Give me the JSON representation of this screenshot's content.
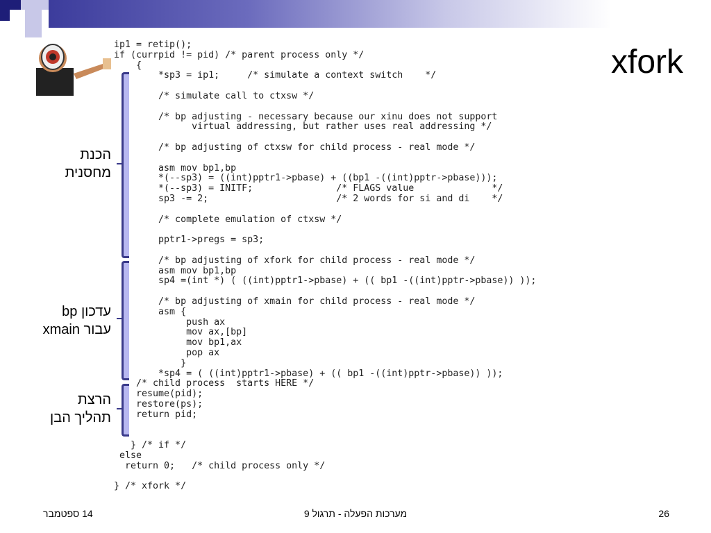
{
  "slide": {
    "title": "xfork",
    "page_number": "26",
    "footer_date": "14 ספטמבר",
    "footer_course": "מערכות הפעלה - תרגול 9"
  },
  "code_lines": [
    "ip1 = retip();",
    "if (currpid != pid) /* parent process only */",
    "    {",
    "        *sp3 = ip1;     /* simulate a context switch    */",
    "",
    "        /* simulate call to ctxsw */",
    "",
    "        /* bp adjusting - necessary because our xinu does not support",
    "              virtual addressing, but rather uses real addressing */",
    "",
    "        /* bp adjusting of ctxsw for child process - real mode */",
    "",
    "        asm mov bp1,bp",
    "        *(--sp3) = ((int)pptr1->pbase) + ((bp1 -((int)pptr->pbase)));",
    "        *(--sp3) = INITF;               /* FLAGS value              */",
    "        sp3 -= 2;                       /* 2 words for si and di    */",
    "",
    "        /* complete emulation of ctxsw */",
    "",
    "        pptr1->pregs = sp3;",
    "",
    "        /* bp adjusting of xfork for child process - real mode */",
    "        asm mov bp1,bp",
    "        sp4 =(int *) ( ((int)pptr1->pbase) + (( bp1 -((int)pptr->pbase)) ));",
    "",
    "        /* bp adjusting of xmain for child process - real mode */",
    "        asm {",
    "             push ax",
    "             mov ax,[bp]",
    "             mov bp1,ax",
    "             pop ax",
    "            }",
    "        *sp4 = ( ((int)pptr1->pbase) + (( bp1 -((int)pptr->pbase)) ));",
    "    /* child process  starts HERE */",
    "    resume(pid);",
    "    restore(ps);",
    "    return pid;",
    "",
    "",
    "   } /* if */",
    " else",
    "  return 0;   /* child process only */",
    "",
    "} /* xfork */"
  ],
  "annotations": [
    {
      "line1": "הכנת",
      "line2": "מחסנית"
    },
    {
      "line1": "עדכון bp",
      "line2": "עבור xmain"
    },
    {
      "line1": "הרצת",
      "line2": "תהליך הבן"
    }
  ],
  "colors": {
    "accent": "#3c3c9c",
    "bracket_fill": "#b8b8f0"
  },
  "icons": [
    "megaphone-man-icon"
  ]
}
